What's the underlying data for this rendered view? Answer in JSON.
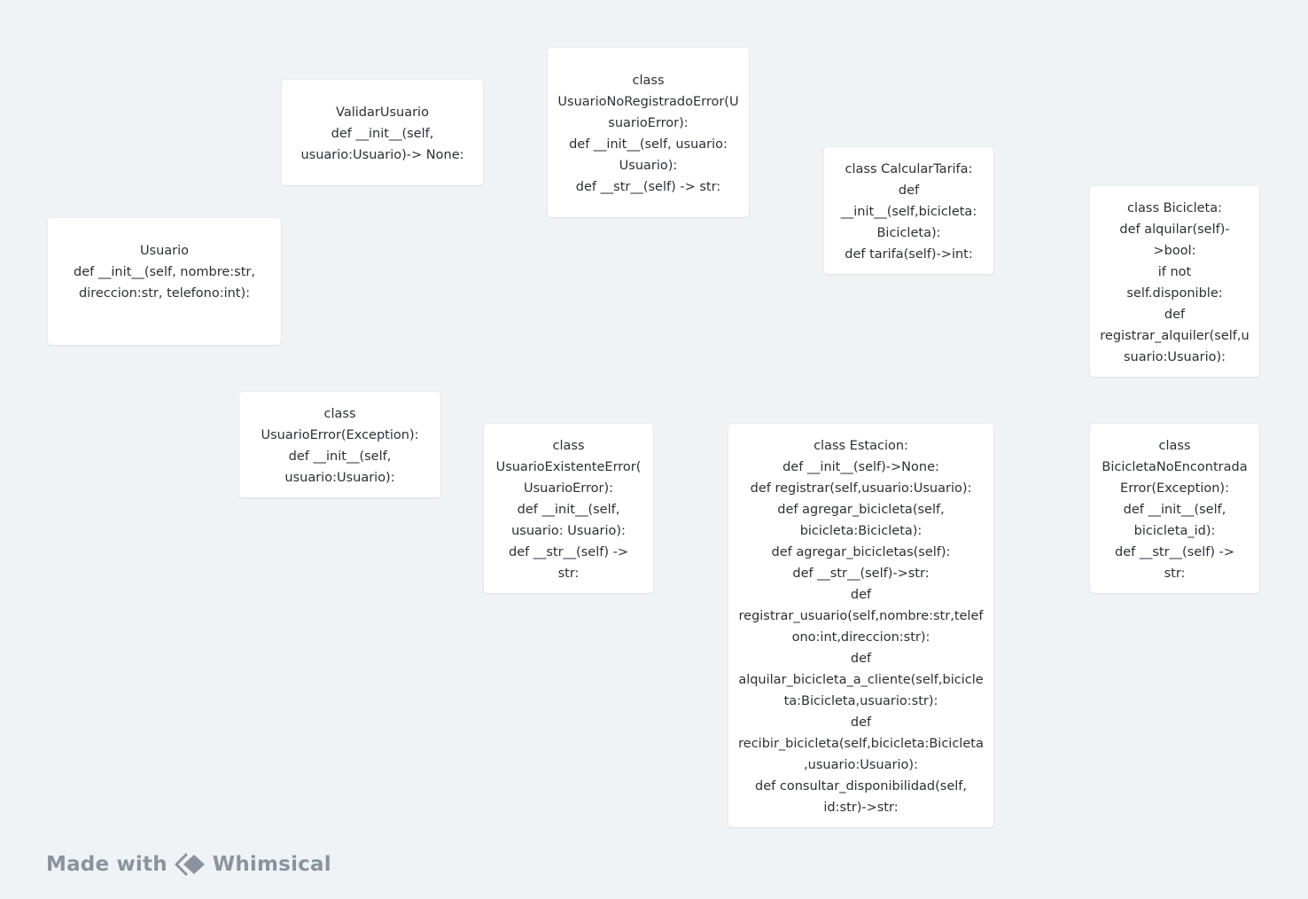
{
  "diagram": {
    "boxes": [
      {
        "id": "validar-usuario",
        "text": "ValidarUsuario\ndef __init__(self,\nusuario:Usuario)-> None:"
      },
      {
        "id": "usuario-no-registrado-error",
        "text": "class\nUsuarioNoRegistradoError(UsuarioError):\ndef __init__(self, usuario:\nUsuario):\ndef __str__(self) -> str:"
      },
      {
        "id": "calcular-tarifa",
        "text": "class CalcularTarifa:\ndef\n__init__(self,bicicleta:\nBicicleta):\ndef tarifa(self)->int:"
      },
      {
        "id": "bicicleta",
        "text": "class Bicicleta:\ndef alquilar(self)-\n>bool:\nif not\nself.disponible:\ndef\nregistrar_alquiler(self,usuario:Usuario):"
      },
      {
        "id": "usuario",
        "text": "Usuario\ndef __init__(self, nombre:str,\ndireccion:str, telefono:int):"
      },
      {
        "id": "usuario-error",
        "text": "class\nUsuarioError(Exception):\ndef __init__(self,\nusuario:Usuario):"
      },
      {
        "id": "usuario-existente-error",
        "text": "class\nUsuarioExistenteError(UsuarioError):\ndef __init__(self,\nusuario: Usuario):\ndef __str__(self) ->\nstr:"
      },
      {
        "id": "estacion",
        "text": "class Estacion:\ndef __init__(self)->None:\ndef registrar(self,usuario:Usuario):\ndef agregar_bicicleta(self,\nbicicleta:Bicicleta):\ndef agregar_bicicletas(self):\ndef __str__(self)->str:\ndef\nregistrar_usuario(self,nombre:str,telefono:int,direccion:str):\ndef\nalquilar_bicicleta_a_cliente(self,bicicleta:Bicicleta,usuario:str):\ndef\nrecibir_bicicleta(self,bicicleta:Bicicleta,usuario:Usuario):\ndef consultar_disponibilidad(self,\nid:str)->str:"
      },
      {
        "id": "bicicleta-no-encontrada-error",
        "text": "class\nBicicletaNoEncontradaError(Exception):\ndef __init__(self,\nbicicleta_id):\ndef __str__(self) ->\nstr:"
      }
    ]
  },
  "watermark": {
    "made_with": "Made with",
    "brand": "Whimsical",
    "logo_icon": "whimsical-logo-icon"
  }
}
